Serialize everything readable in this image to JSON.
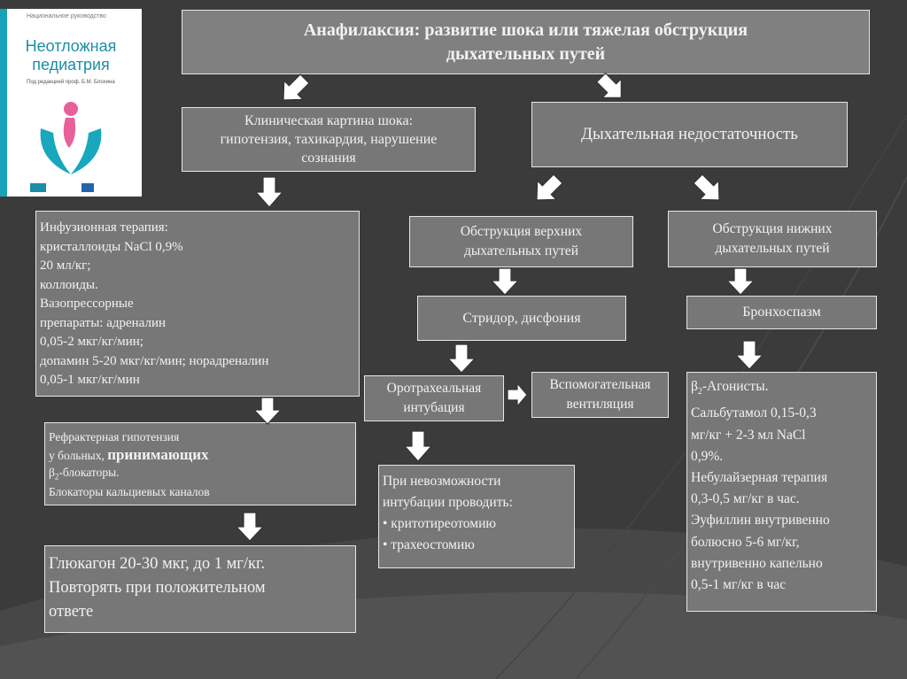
{
  "book": {
    "series": "Национальное руководство",
    "title_line1": "Неотложная",
    "title_line2": "педиатрия",
    "editor": "Под редакцией проф. Б.М. Блохина"
  },
  "header": {
    "line1": "Анафилаксия: развитие шока или тяжелая обструкция",
    "line2": "дыхательных путей"
  },
  "shock": {
    "line1": "Клиническая картина шока:",
    "line2": "гипотензия, тахикардия, нарушение",
    "line3": "сознания"
  },
  "resp_failure": "Дыхательная недостаточность",
  "infusion": {
    "lines": [
      "Инфузионная терапия:",
      "кристаллоиды NaCl 0,9%",
      "20 мл/кг;",
      "коллоиды.",
      "Вазопрессорные",
      "препараты: адреналин",
      "0,05-2 мкг/кг/мин;",
      "допамин 5-20 мкг/кг/мин; норадреналин",
      "0,05-1 мкг/кг/мин"
    ]
  },
  "upper": {
    "line1": "Обструкция верхних",
    "line2": "дыхательных путей"
  },
  "lower": {
    "line1": "Обструкция нижних",
    "line2": "дыхательных путей"
  },
  "stridor": "Стридор, дисфония",
  "broncho": "Бронхоспазм",
  "intubation": {
    "line1": "Оротрахеальная",
    "line2": "интубация"
  },
  "ventilation": {
    "line1": "Вспомогательная",
    "line2": "вентиляция"
  },
  "refractory": {
    "line1": "Рефрактерная гипотензия",
    "line2_a": "у больных, ",
    "line2_b": "принимающих",
    "line3_beta": "β",
    "line3_sub": "2",
    "line3_rest": "-блокаторы.",
    "line4": "Блокаторы кальциевых каналов"
  },
  "impossible": {
    "line1": "При невозможности",
    "line2": "интубации проводить:",
    "items": [
      "• критотиреотомию",
      "• трахеостомию"
    ]
  },
  "beta": {
    "beta": "β",
    "sub": "2",
    "line1_rest": "-Агонисты.",
    "lines": [
      "Сальбутамол 0,15-0,3",
      "мг/кг + 2-3 мл NaCl",
      "0,9%.",
      "Небулайзерная терапия",
      "0,3-0,5 мг/кг в час.",
      "Эуфиллин внутривенно",
      "болюсно 5-6 мг/кг,",
      "внутривенно капельно",
      "0,5-1 мг/кг в час"
    ]
  },
  "glucagon": {
    "line1": "Глюкагон 20-30 мкг, до 1 мг/кг.",
    "line2": "Повторять при положительном",
    "line3": "ответе"
  }
}
